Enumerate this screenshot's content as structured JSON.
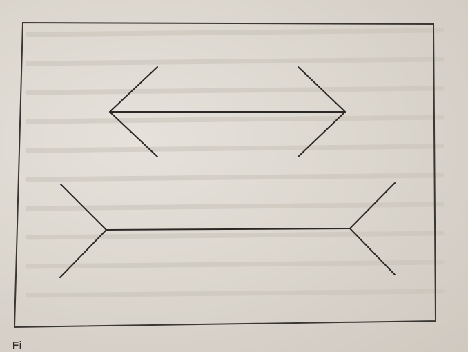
{
  "figure": {
    "caption_fragment": "Fi",
    "colors": {
      "paper": "#dcd7cf",
      "ink": "#2b2926",
      "frame": "#3a3733"
    }
  },
  "illusion": {
    "name_words": [],
    "upper_figure": "arrowheads-pointing-outward",
    "lower_figure": "fins-pointing-inward"
  }
}
